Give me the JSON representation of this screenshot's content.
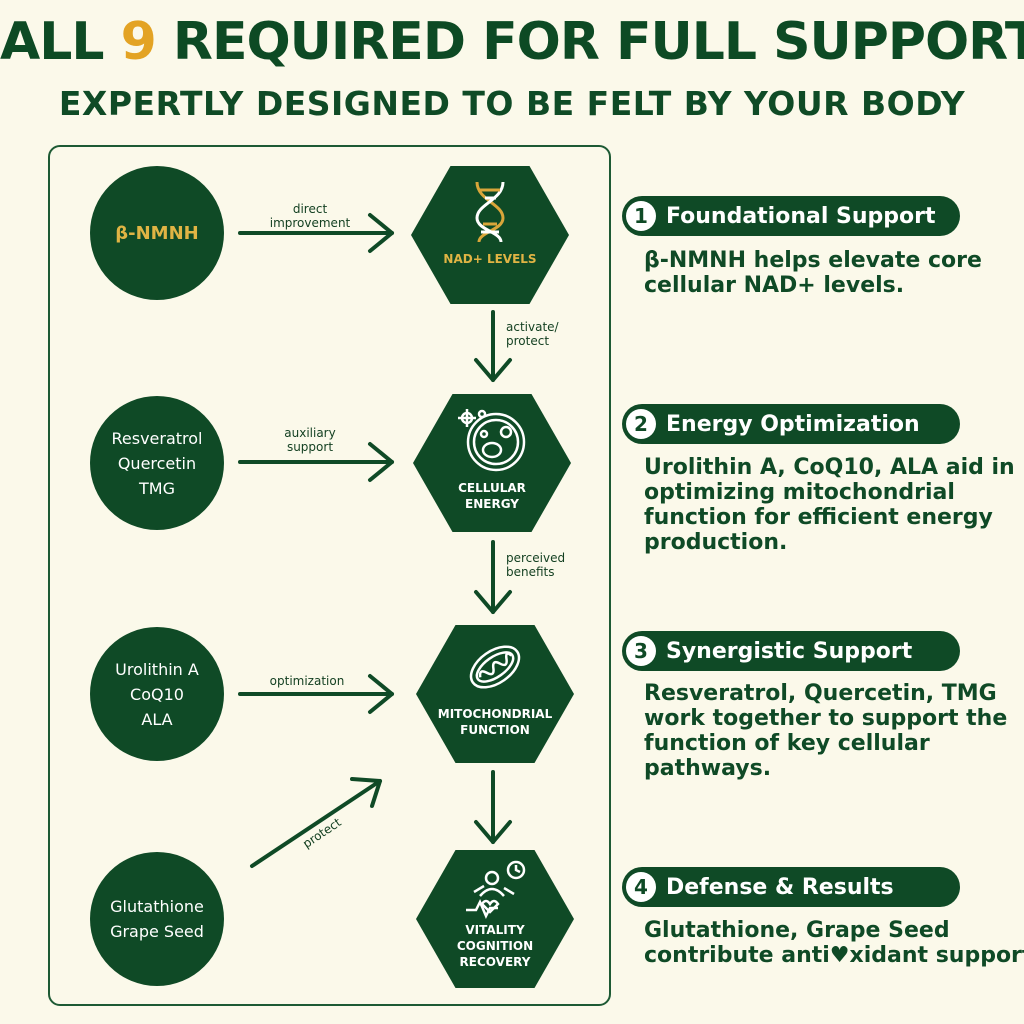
{
  "header": {
    "title_pre": "ALL ",
    "title_num": "9",
    "title_post": " REQUIRED FOR FULL SUPPORT",
    "subtitle": "EXPERTLY DESIGNED TO BE FELT BY YOUR BODY"
  },
  "diagram": {
    "ingredients": [
      {
        "lines": [
          "β-NMNH"
        ]
      },
      {
        "lines": [
          "Resveratrol",
          "Quercetin",
          "TMG"
        ]
      },
      {
        "lines": [
          "Urolithin A",
          "CoQ10",
          "ALA"
        ]
      },
      {
        "lines": [
          "Glutathione",
          "Grape Seed"
        ]
      }
    ],
    "stages": [
      {
        "lines": [
          "NAD+ LEVELS"
        ],
        "icon": "dna-icon"
      },
      {
        "lines": [
          "CELLULAR",
          "ENERGY"
        ],
        "icon": "cell-icon"
      },
      {
        "lines": [
          "MITOCHONDRIAL",
          "FUNCTION"
        ],
        "icon": "mitochondria-icon"
      },
      {
        "lines": [
          "VITALITY",
          "COGNITION",
          "RECOVERY"
        ],
        "icon": "person-icon"
      }
    ],
    "horizontal_labels": {
      "direct": [
        "direct",
        "improvement"
      ],
      "auxiliary": [
        "auxiliary",
        "support"
      ],
      "optimization": "optimization",
      "protect": "protect"
    },
    "vertical_labels": {
      "activate": [
        "activate/",
        "protect"
      ],
      "perceived": [
        "perceived",
        "benefits"
      ]
    }
  },
  "sections": [
    {
      "number": "1",
      "title": "Foundational Support",
      "lines": [
        "β-NMNH helps elevate core",
        "cellular NAD+ levels."
      ]
    },
    {
      "number": "2",
      "title": "Energy Optimization",
      "lines": [
        "Urolithin A, CoQ10, ALA aid in",
        "optimizing mitochondrial",
        "function for efficient energy",
        "production."
      ]
    },
    {
      "number": "3",
      "title": "Synergistic Support",
      "lines": [
        "Resveratrol, Quercetin, TMG",
        "work together to support the",
        "function of key cellular",
        "pathways."
      ]
    },
    {
      "number": "4",
      "title": "Defense & Results",
      "line1": "Glutathione, Grape Seed",
      "line2_pre": "contribute anti",
      "line2_symbol": "♥",
      "line2_post": "xidant support."
    }
  ],
  "colors": {
    "brand_green": "#0f4a26",
    "accent_gold": "#e3a324",
    "background": "#fbf9ea"
  }
}
